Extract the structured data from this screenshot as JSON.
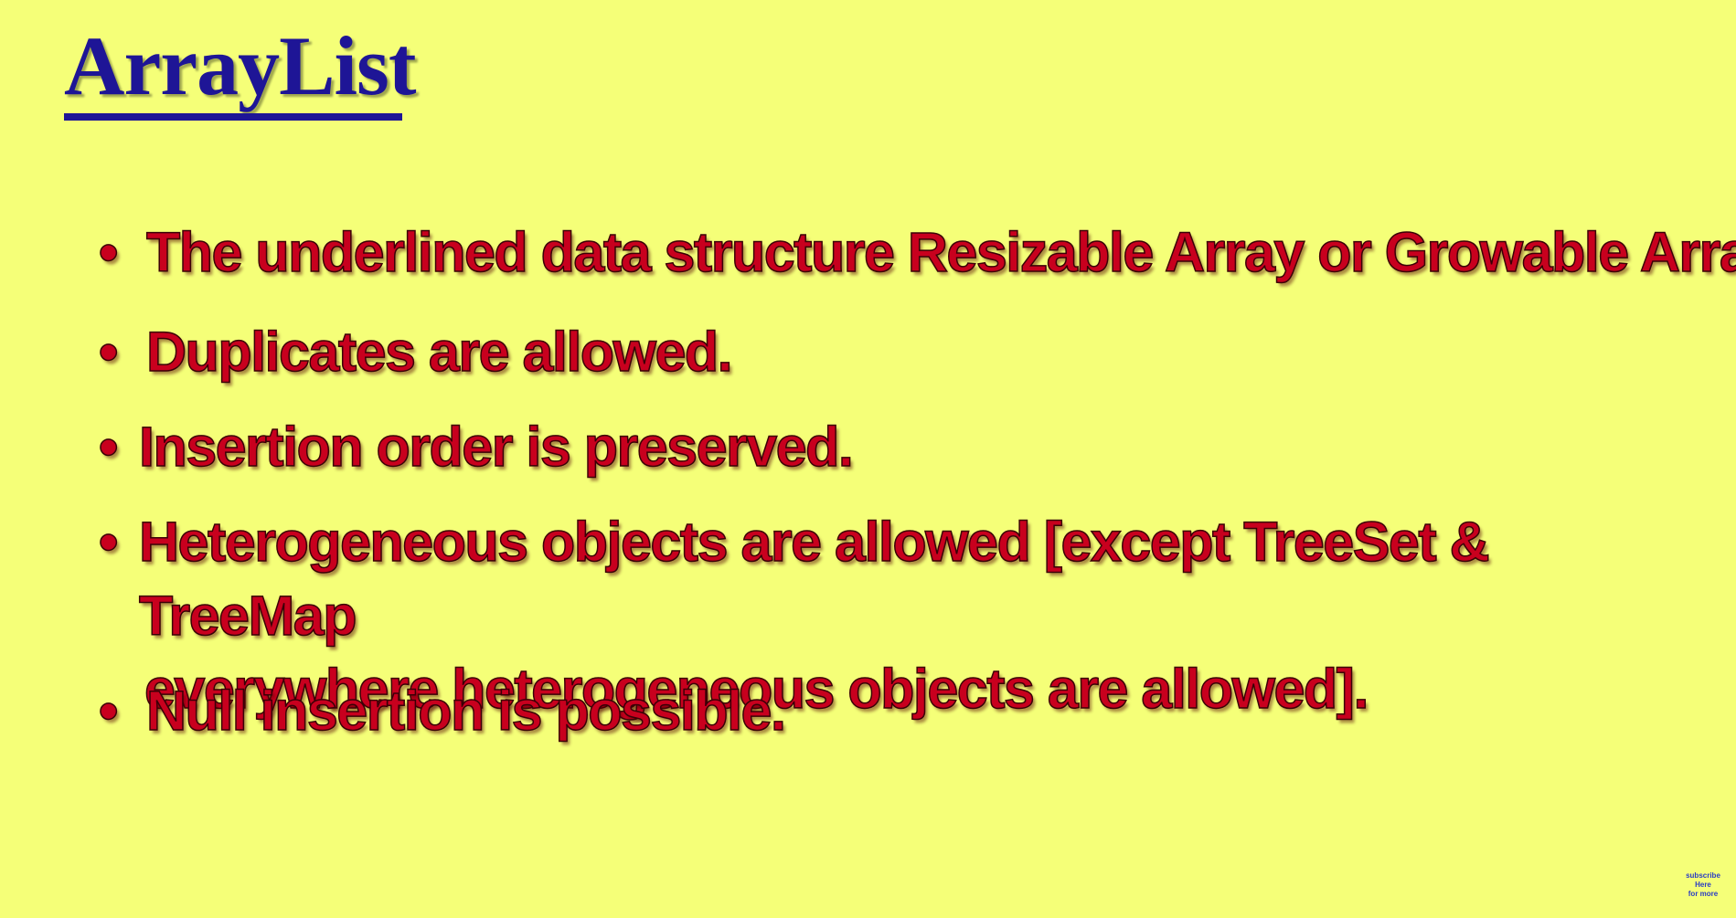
{
  "title": "ArrayList",
  "bullet_glyph": "•",
  "bullets": [
    {
      "text": "The underlined data structure Resizable Array or Growable Array"
    },
    {
      "text": "Duplicates are allowed."
    },
    {
      "text": "Insertion order is preserved."
    },
    {
      "line1": "Heterogeneous objects are allowed [except TreeSet & TreeMap",
      "line2": "everywhere heterogeneous objects are allowed]."
    },
    {
      "text": "Null insertion is possible."
    }
  ],
  "corner_note": {
    "line1": "subscribe",
    "line2": "Here",
    "line3": "for more"
  },
  "colors": {
    "background": "#f5ff78",
    "title": "#1e1596",
    "bullet_text": "#c8001e",
    "corner_text": "#2a3cc4"
  }
}
